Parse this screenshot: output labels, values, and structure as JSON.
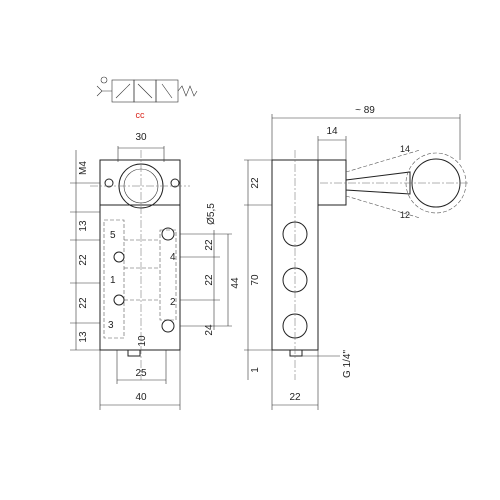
{
  "symbol": {
    "marker": "cc",
    "marker_color": "#d9261c"
  },
  "front": {
    "dims": {
      "top_width": "30",
      "thread": "M4",
      "d1": "13",
      "d2": "22",
      "d3": "22",
      "d4": "13",
      "port_dia": "Ø5,5",
      "r1": "22",
      "r2": "22",
      "r3": "24",
      "height": "44",
      "bottom": "10",
      "width_inner": "25",
      "width": "40"
    },
    "ports": [
      "5",
      "4",
      "1",
      "2",
      "3"
    ]
  },
  "side": {
    "dims": {
      "overall": "~ 89",
      "lever_w": "14",
      "top_h": "22",
      "height": "70",
      "thread": "G 1/4\"",
      "bottom": "1",
      "width": "22",
      "angle_up": "14",
      "angle_down": "12"
    }
  }
}
